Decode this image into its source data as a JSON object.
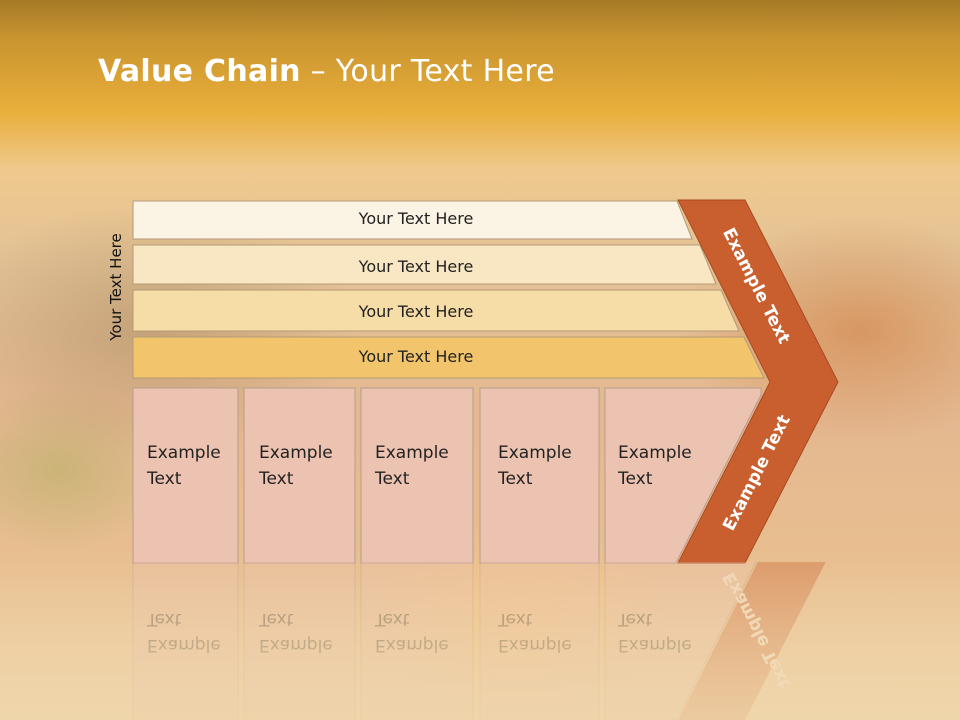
{
  "title": {
    "bold": "Value Chain",
    "rest": " – Your Text Here"
  },
  "side_label": "Your Text Here",
  "rows": [
    {
      "label": "Your Text Here",
      "fill": "#fbf3e3"
    },
    {
      "label": "Your Text Here",
      "fill": "#f9e7c4"
    },
    {
      "label": "Your Text Here",
      "fill": "#f6dca6"
    },
    {
      "label": "Your Text Here",
      "fill": "#f2c56c"
    }
  ],
  "boxes": [
    {
      "label": "Example Text"
    },
    {
      "label": "Example Text"
    },
    {
      "label": "Example Text"
    },
    {
      "label": "Example Text"
    },
    {
      "label": "Example Text"
    }
  ],
  "arrow": {
    "top_label": "Example Text",
    "bottom_label": "Example Text",
    "color": "#c95f2e"
  },
  "colors": {
    "box_fill": "#ecc3b0",
    "box_stroke": "#b89c8c",
    "row_stroke": "#b39a77"
  }
}
